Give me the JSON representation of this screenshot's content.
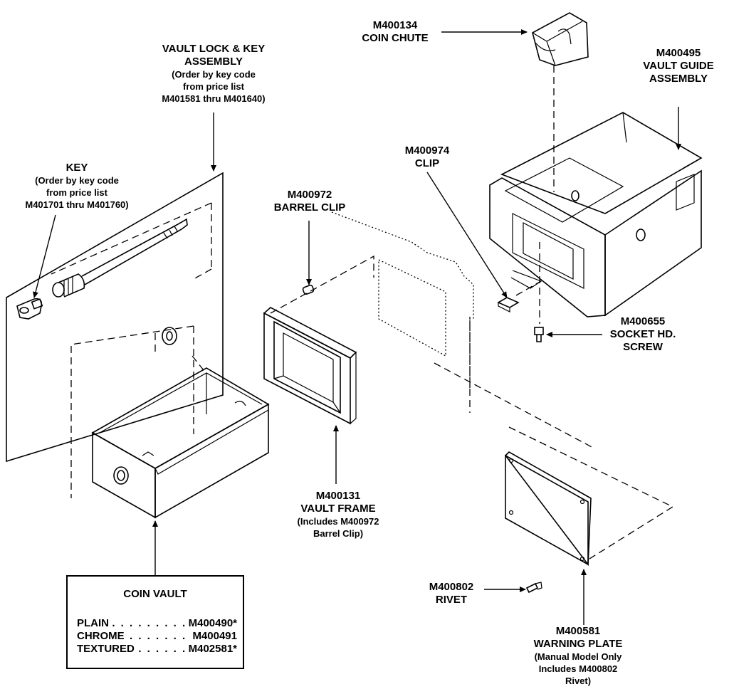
{
  "labels": {
    "vault_lock_key": {
      "line1": "VAULT LOCK & KEY",
      "line2": "ASSEMBLY",
      "line3": "(Order by key code",
      "line4": "from price list",
      "line5": "M401581 thru M401640)"
    },
    "key": {
      "line1": "KEY",
      "line2": "(Order by key code",
      "line3": "from price list",
      "line4": "M401701 thru M401760)"
    },
    "coin_chute": {
      "line1": "M400134",
      "line2": "COIN CHUTE"
    },
    "vault_guide": {
      "line1": "M400495",
      "line2": "VAULT GUIDE",
      "line3": "ASSEMBLY"
    },
    "clip": {
      "line1": "M400974",
      "line2": "CLIP"
    },
    "barrel_clip": {
      "line1": "M400972",
      "line2": "BARREL CLIP"
    },
    "socket_screw": {
      "line1": "M400655",
      "line2": "SOCKET HD.",
      "line3": "SCREW"
    },
    "vault_frame": {
      "line1": "M400131",
      "line2": "VAULT FRAME",
      "line3": "(Includes M400972",
      "line4": "Barrel Clip)"
    },
    "rivet": {
      "line1": "M400802",
      "line2": "RIVET"
    },
    "warning_plate": {
      "line1": "M400581",
      "line2": "WARNING PLATE",
      "line3": "(Manual Model Only",
      "line4": "Includes M400802",
      "line5": "Rivet)"
    }
  },
  "coin_vault_table": {
    "title": "COIN VAULT",
    "rows": [
      {
        "name": "PLAIN",
        "part": "M400490*"
      },
      {
        "name": "CHROME",
        "part": "M400491"
      },
      {
        "name": "TEXTURED",
        "part": "M402581*"
      }
    ]
  }
}
